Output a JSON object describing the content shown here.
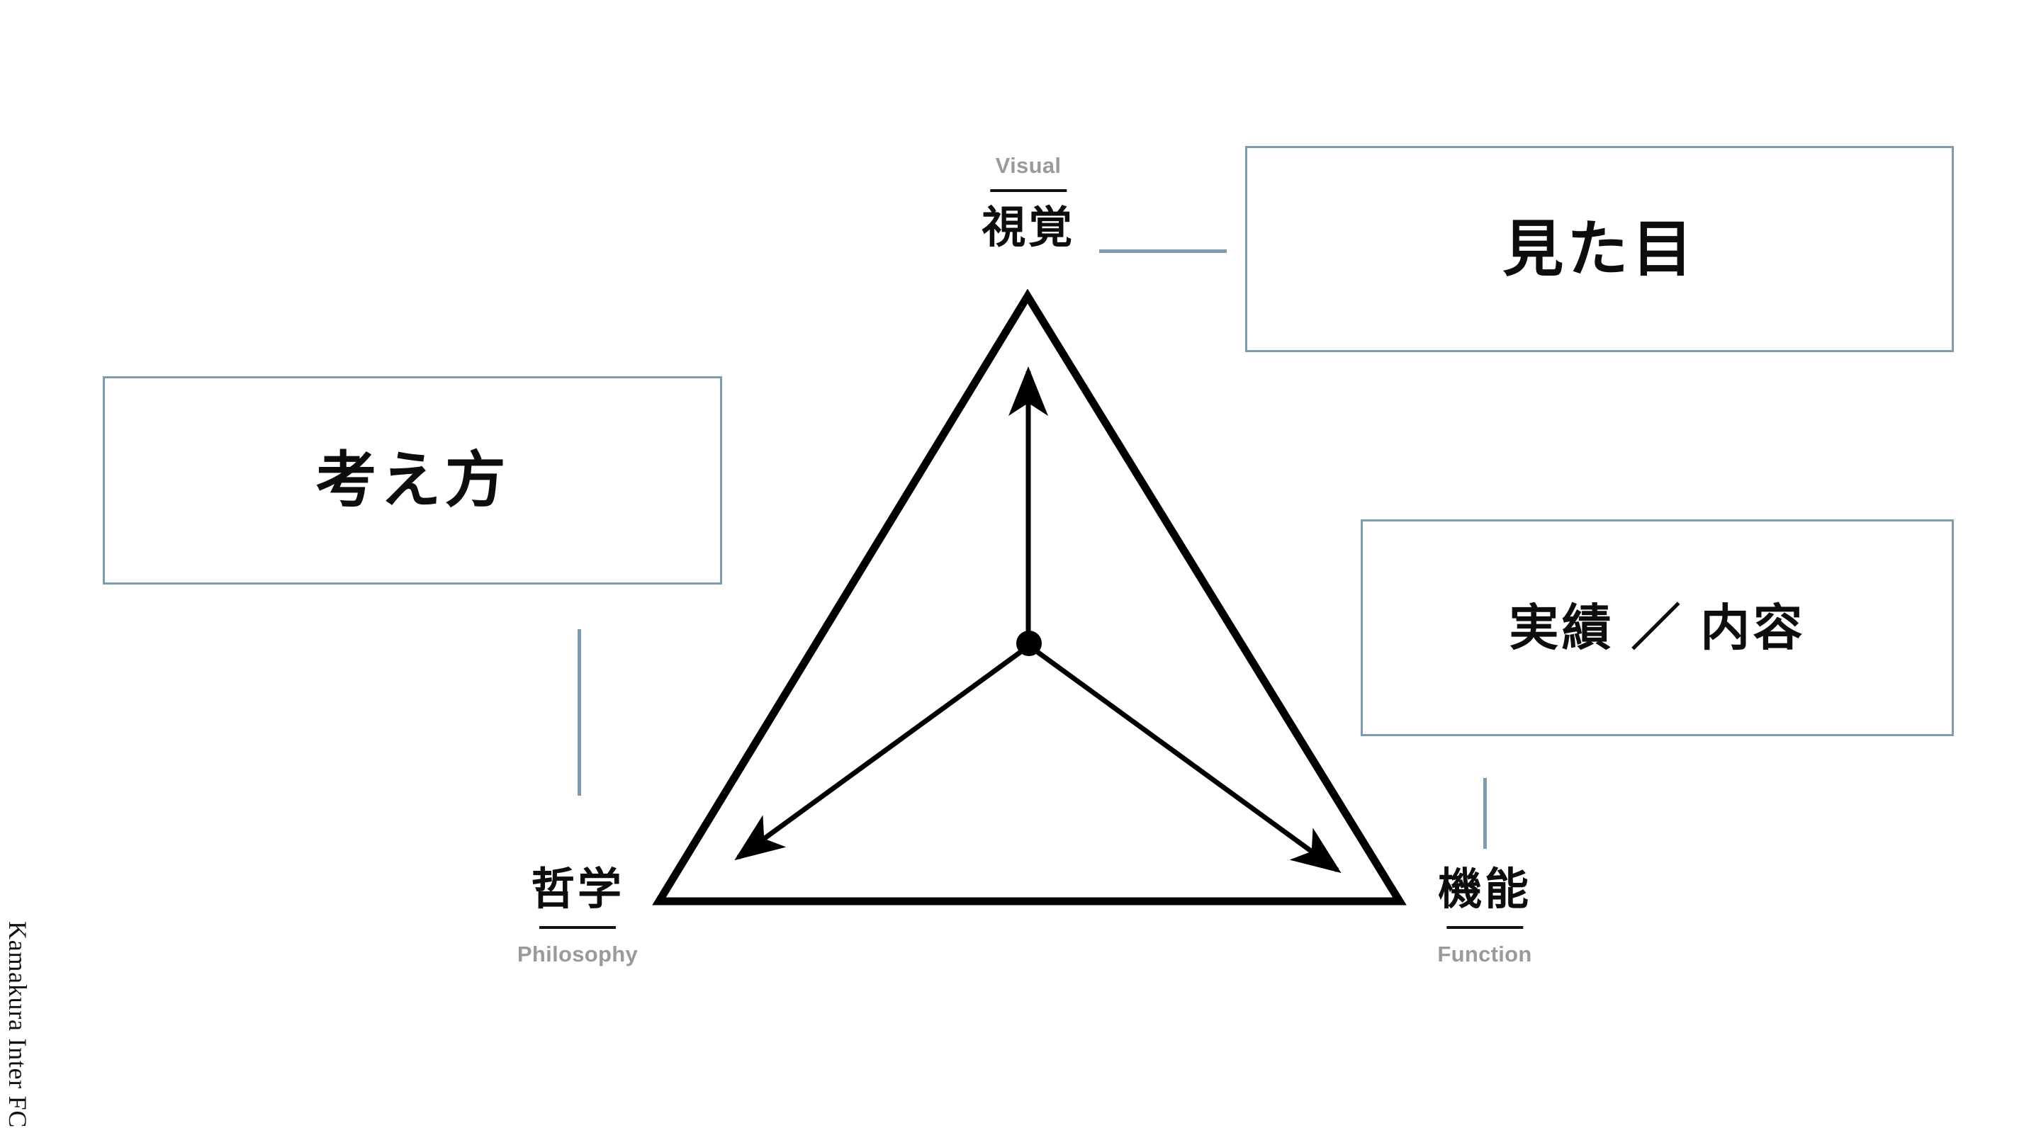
{
  "brand": {
    "vertical_text": "Kamakura Inter FC"
  },
  "theme": {
    "accent_blue": "#7e9cb0",
    "text_black": "#0d0d0d",
    "text_gray": "#9a9a9a",
    "background": "#ffffff",
    "stroke_black": "#000000"
  },
  "diagram": {
    "type": "triangle-concept",
    "center_node": "center-dot",
    "vertices": [
      {
        "id": "visual",
        "jp": "視覚",
        "en": "Visual",
        "position": "top",
        "box_label": "見た目",
        "arrow": "up"
      },
      {
        "id": "philosophy",
        "jp": "哲学",
        "en": "Philosophy",
        "position": "bottom-left",
        "box_label": "考え方",
        "arrow": "down-left"
      },
      {
        "id": "function",
        "jp": "機能",
        "en": "Function",
        "position": "bottom-right",
        "box_label": "実績 ／ 内容",
        "arrow": "down-right"
      }
    ]
  },
  "boxes": {
    "visual": {
      "label": "見た目"
    },
    "philosophy": {
      "label": "考え方"
    },
    "function": {
      "label": "実績 ／ 内容"
    }
  },
  "labels": {
    "visual": {
      "jp": "視覚",
      "en": "Visual"
    },
    "philosophy": {
      "jp": "哲学",
      "en": "Philosophy"
    },
    "function": {
      "jp": "機能",
      "en": "Function"
    }
  }
}
